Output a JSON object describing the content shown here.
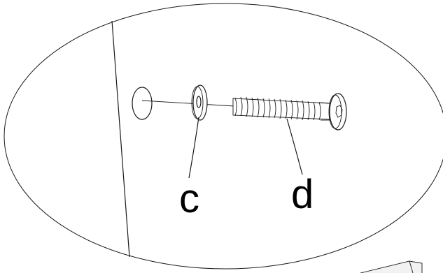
{
  "callouts": {
    "washer": {
      "label": "c",
      "part": "washer"
    },
    "bolt": {
      "label": "d",
      "part": "threaded bolt"
    }
  },
  "icons": [
    "hole-icon",
    "washer-icon",
    "bolt-icon",
    "panel-edge-icon"
  ]
}
